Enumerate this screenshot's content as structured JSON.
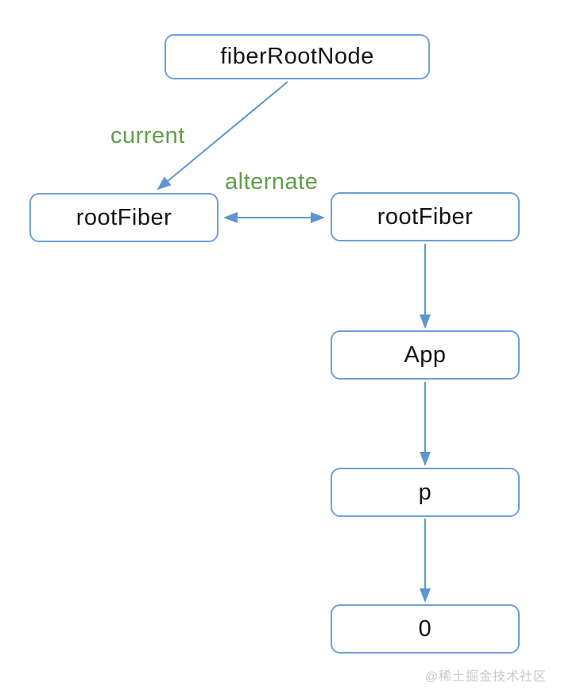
{
  "diagram": {
    "nodes": {
      "fiber_root": {
        "label": "fiberRootNode"
      },
      "root_fiber_left": {
        "label": "rootFiber"
      },
      "root_fiber_right": {
        "label": "rootFiber"
      },
      "app": {
        "label": "App"
      },
      "p": {
        "label": "p"
      },
      "zero": {
        "label": "0"
      }
    },
    "edge_labels": {
      "current": "current",
      "alternate": "alternate"
    },
    "edges": [
      {
        "from": "fiberRootNode",
        "to": "rootFiber (left)",
        "label": "current",
        "direction": "one-way"
      },
      {
        "from": "rootFiber (left)",
        "to": "rootFiber (right)",
        "label": "alternate",
        "direction": "two-way"
      },
      {
        "from": "rootFiber (right)",
        "to": "App",
        "direction": "one-way"
      },
      {
        "from": "App",
        "to": "p",
        "direction": "one-way"
      },
      {
        "from": "p",
        "to": "0",
        "direction": "one-way"
      }
    ],
    "colors": {
      "box_border": "#6fa1d6",
      "arrow": "#5b96d0",
      "edge_label_text": "#5f9e49",
      "node_text": "#141414",
      "watermark_text": "#c9c9c9"
    }
  },
  "watermark": {
    "text": "@稀土掘金技术社区"
  }
}
